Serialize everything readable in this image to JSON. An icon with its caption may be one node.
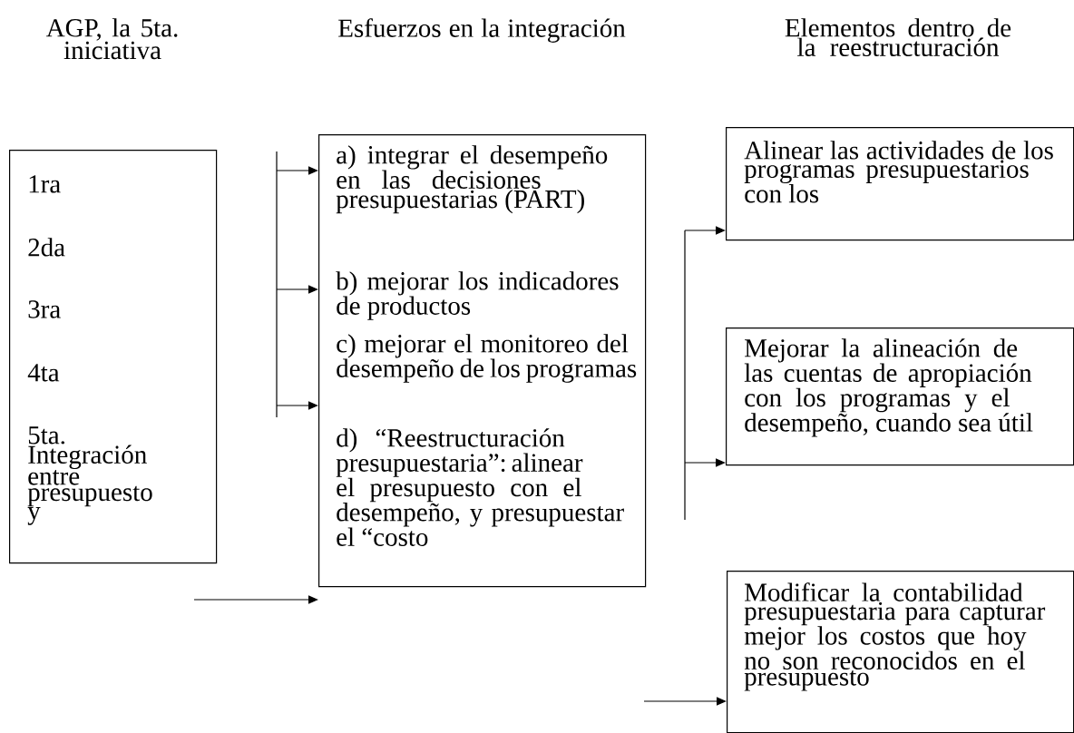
{
  "diagram": {
    "nodes": [
      {
        "text": [
          "1ra",
          "2da",
          "3ra",
          "4ta",
          "5ta. Integración entre presupuesto y"
        ]
      },
      {
        "text": [
          "a) integrar el desempeño en las decisiones presupuestarias (PART)",
          "b) mejorar los indicadores de productos",
          "c) mejorar el monitoreo del desempeño de los programas",
          "d) “Reestructuración presupuestaria”: alinear el presupuesto con el desempeño, y presupuestar el “costo"
        ]
      },
      {
        "text": [
          "Alinear las actividades de los programas presupuestarios con los"
        ]
      },
      {
        "text": [
          "Mejorar la alineación de las cuentas de apropiación con los programas y el desempeño, cuando sea útil"
        ]
      },
      {
        "text": [
          "Modificar la contabilidad presupuestaria para capturar mejor los costos que hoy no son reconocidos en el presupuesto"
        ]
      }
    ],
    "edges": [
      {
        "from": null,
        "to": 1,
        "arrow": "to"
      },
      {
        "from": null,
        "to": 1,
        "arrow": "to"
      },
      {
        "from": null,
        "to": 1,
        "arrow": "to"
      },
      {
        "from": null,
        "to": 1,
        "arrow": "to"
      },
      {
        "from": null,
        "to": 2,
        "arrow": "to"
      },
      {
        "from": null,
        "to": 3,
        "arrow": "to"
      },
      {
        "from": null,
        "to": 4,
        "arrow": "to"
      }
    ],
    "labels": [
      "AGP, la 5ta. iniciativa",
      "Esfuerzos en la integración",
      "Elementos dentro de la reestructuración"
    ]
  }
}
